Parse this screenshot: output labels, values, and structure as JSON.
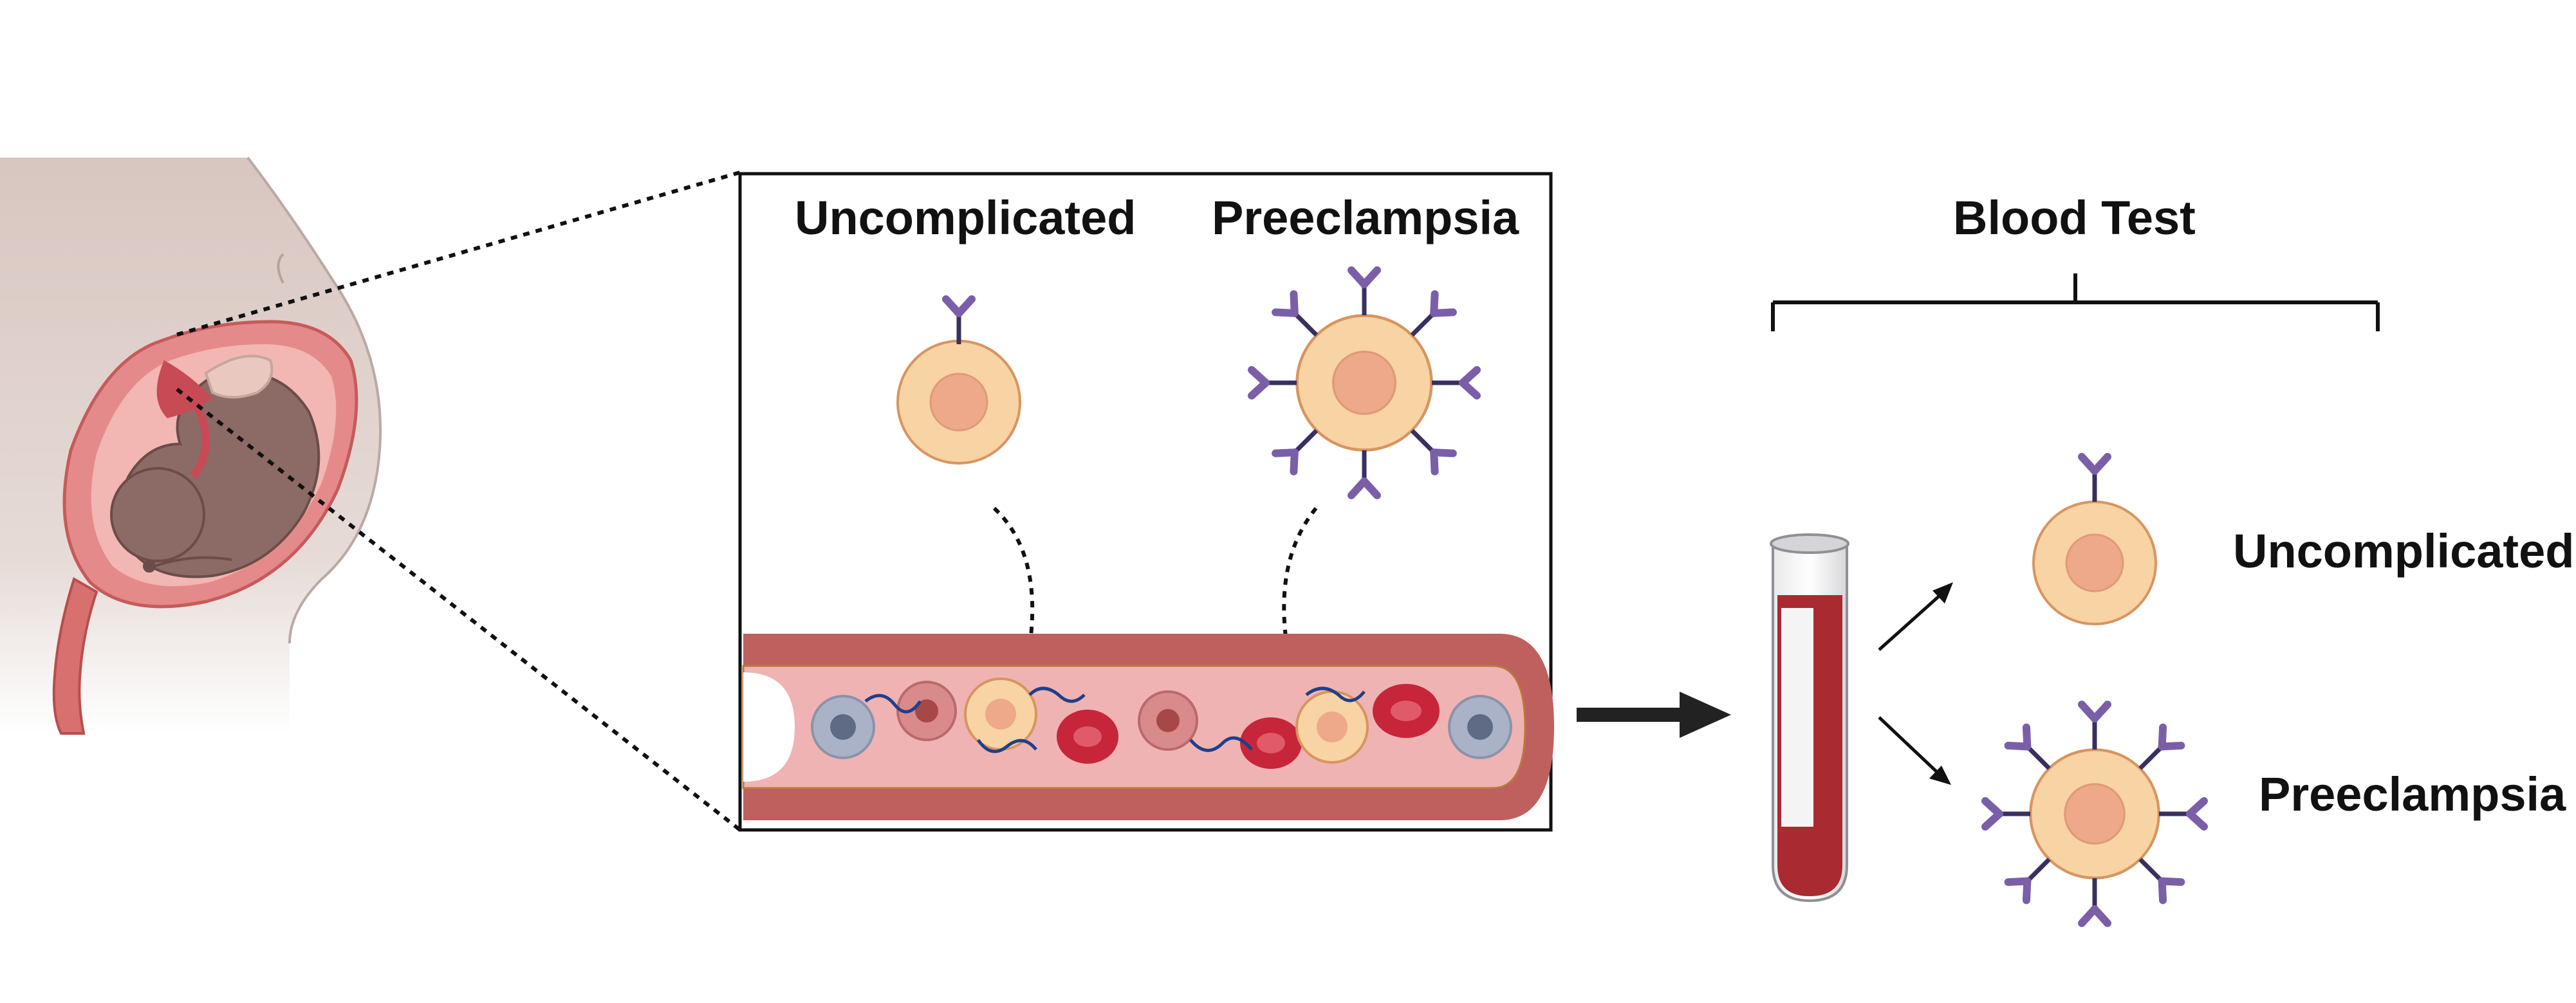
{
  "labels": {
    "uncomplicated_top": "Uncomplicated",
    "preeclampsia_top": "Preeclampsia",
    "blood_test": "Blood Test",
    "uncomplicated_right": "Uncomplicated",
    "preeclampsia_right": "Preeclampsia"
  },
  "colors": {
    "body_skin": "#d9c8c2",
    "uterus_wall": "#e58a8a",
    "vessel_wall": "#c0605e",
    "vessel_lumen": "#f0b3b3",
    "cell_fill": "#f8d3a3",
    "cell_nucleus": "#eda98a",
    "cell_outline": "#d79560",
    "antibody": "#7a5fa8",
    "antibody_stem": "#3a2f5e",
    "red_blood_cell": "#c7253a",
    "blood": "#a92a31",
    "dna": "#1e3f8a"
  },
  "icons": [
    "pregnant-body-illustration",
    "blood-vessel-illustration",
    "blood-test-tube-icon",
    "cell-icon",
    "antibody-icon"
  ]
}
